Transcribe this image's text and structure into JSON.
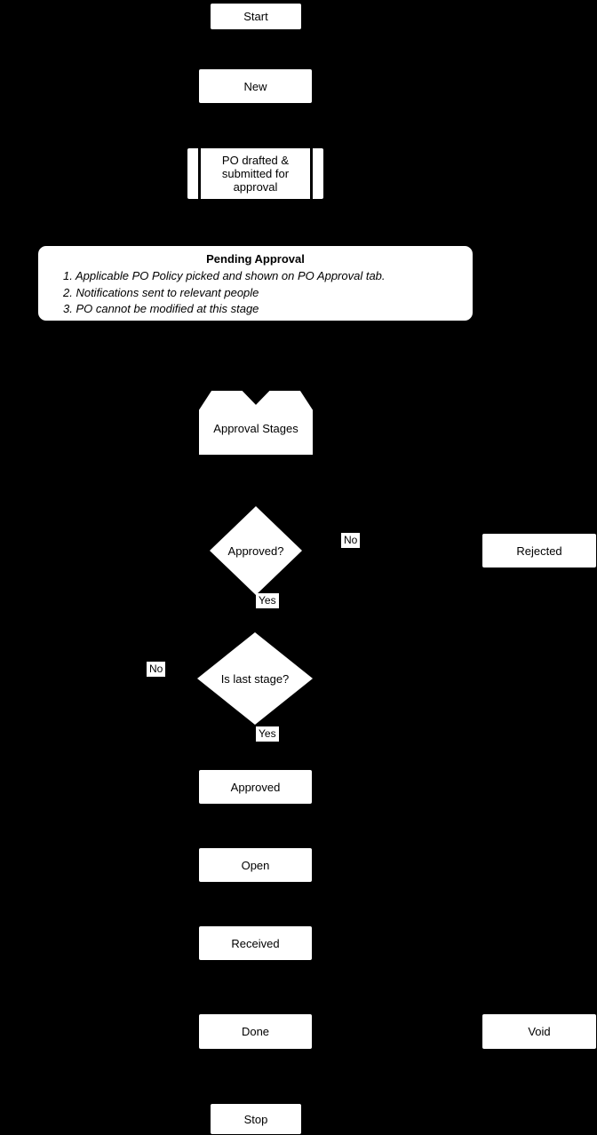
{
  "diagram": {
    "background_color": "#000000",
    "node_fill_color": "#ffffff",
    "text_color": "#000000",
    "nodes": {
      "start": {
        "label": "Start"
      },
      "new": {
        "label": "New"
      },
      "po_drafted": {
        "label": "PO drafted & submitted for approval"
      },
      "pending_approval": {
        "title": "Pending Approval",
        "items": [
          "1. Applicable PO Policy picked and shown on PO Approval tab.",
          "2. Notifications sent to relevant people",
          "3. PO cannot be modified at this stage"
        ]
      },
      "approval_stages": {
        "label": "Approval Stages"
      },
      "approved_decision": {
        "label": "Approved?"
      },
      "rejected": {
        "label": "Rejected"
      },
      "is_last_stage_decision": {
        "label": "Is last stage?"
      },
      "approved": {
        "label": "Approved"
      },
      "open": {
        "label": "Open"
      },
      "received": {
        "label": "Received"
      },
      "done": {
        "label": "Done"
      },
      "void": {
        "label": "Void"
      },
      "stop": {
        "label": "Stop"
      }
    },
    "edge_labels": {
      "approved_no": "No",
      "approved_yes": "Yes",
      "last_stage_no": "No",
      "last_stage_yes": "Yes"
    }
  }
}
